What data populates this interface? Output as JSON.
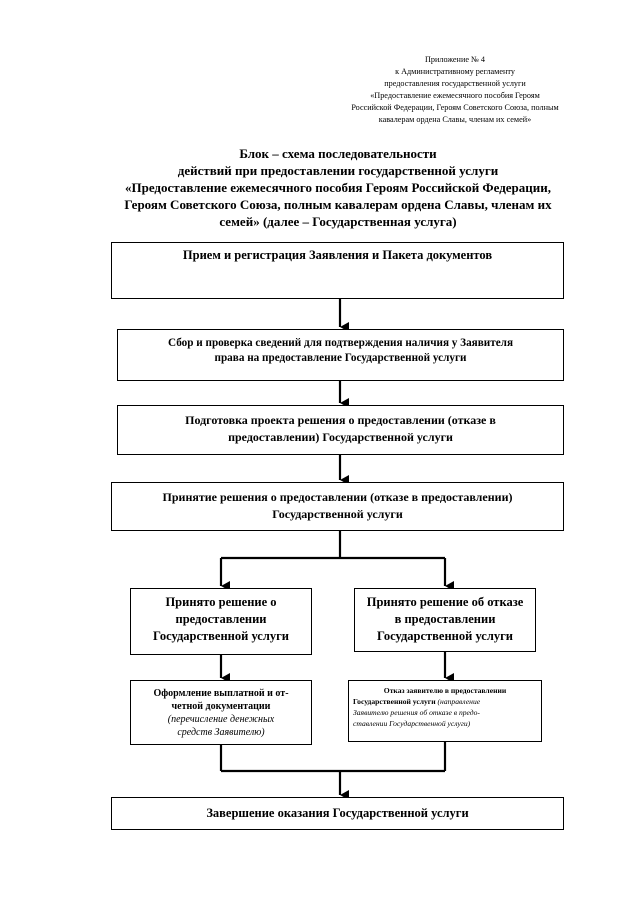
{
  "appendix": {
    "lines": [
      "Приложение № 4",
      "к Административному регламенту",
      "предоставления государственной услуги",
      "«Предоставление ежемесячного пособия Героям",
      "Российской Федерации, Героям Советского Союза, полным",
      "кавалерам ордена Славы, членам их семей»"
    ]
  },
  "title": {
    "lines": [
      "Блок – схема последовательности",
      "действий при предоставлении государственной услуги",
      "«Предоставление ежемесячного пособия Героям Российской Федерации,",
      "Героям Советского Союза, полным кавалерам ордена Славы, членам их",
      "семей» (далее – Государственная услуга)"
    ]
  },
  "steps": {
    "reception": "Прием и регистрация Заявления и Пакета документов",
    "check": {
      "line1": "Сбор и проверка сведений для подтверждения наличия у Заявителя",
      "line2": "права  на предоставление Государственной услуги"
    },
    "prepare": {
      "line1": "Подготовка проекта решения о предоставлении (отказе в",
      "line2": "предоставлении) Государственной услуги"
    },
    "decision": {
      "line1": "Принятие решения о предоставлении (отказе в предоставлении)",
      "line2": "Государственной услуги"
    },
    "approved": {
      "line1": "Принято решение о",
      "line2": "предоставлении",
      "line3": "Государственной услуги"
    },
    "refused": {
      "line1": "Принято решение об отказе",
      "line2": "в  предоставлении",
      "line3": "Государственной услуги"
    },
    "payment": {
      "line1": "Оформление выплатной и от-",
      "line2": "четной документации",
      "line3": "(перечисление денежных",
      "line4": "средств Заявителю)"
    },
    "refusal_notice": {
      "line1": "Отказ заявителю в предоставлении",
      "line2_plain": "Государственной услуги ",
      "line2_italic": "(направление",
      "line3": "Заявителю решения об отказе в предо-",
      "line4": "ставлении Государственной услуги)"
    },
    "completion": "Завершение оказания Государственной услуги"
  }
}
